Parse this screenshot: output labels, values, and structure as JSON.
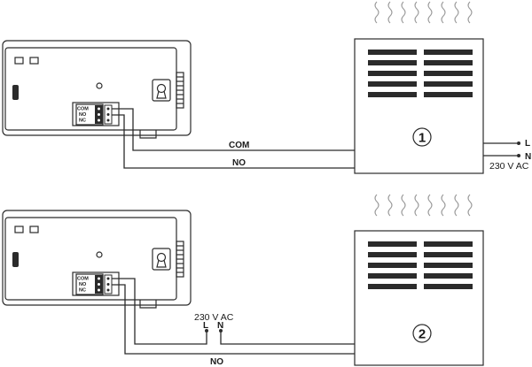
{
  "diagrams": [
    {
      "number": "1",
      "wire_top_label": "COM",
      "wire_bottom_label": "NO",
      "mains_label": "230 V AC",
      "mains_L": "L",
      "mains_N": "N",
      "terminals": [
        "COM",
        "NO",
        "NC"
      ]
    },
    {
      "number": "2",
      "wire_bottom_label": "NO",
      "mains_label": "230 V AC",
      "mains_L": "L",
      "mains_N": "N",
      "terminals": [
        "COM",
        "NO",
        "NC"
      ]
    }
  ]
}
